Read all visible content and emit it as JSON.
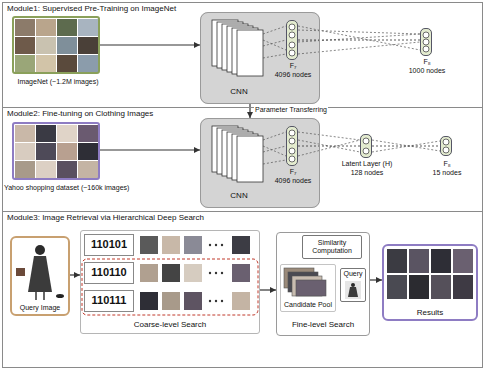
{
  "diagram": {
    "nodes": [
      {
        "text": [
          "Module1: Supervised Pre-Training on ImageNet"
        ]
      },
      {
        "text": [
          "ImageNet (~1.2M images)"
        ],
        "in": 0
      },
      {
        "text": [
          "CNN"
        ],
        "in": 0
      },
      {
        "text": [
          "F₇",
          "4096 nodes"
        ],
        "in": 2
      },
      {
        "text": [
          "F₈",
          "1000 nodes"
        ],
        "in": 0
      },
      {
        "text": [
          "Module2: Fine-tuning on Clothing Images"
        ]
      },
      {
        "text": [
          "Yahoo shopping dataset (~160k images)"
        ],
        "in": 5
      },
      {
        "text": [
          "CNN"
        ],
        "in": 5
      },
      {
        "text": [
          "F₇",
          "4096 nodes"
        ],
        "in": 7
      },
      {
        "text": [
          "Latent Layer (H)",
          "128 nodes"
        ],
        "in": 5
      },
      {
        "text": [
          "F₈",
          "15 nodes"
        ],
        "in": 5
      },
      {
        "text": [
          "Module3: Image Retrieval via Hierarchical Deep Search"
        ]
      },
      {
        "text": [
          "Query Image"
        ],
        "in": 11
      },
      {
        "text": [
          "Coarse-level Search"
        ],
        "in": 11
      },
      {
        "text": [
          "110101"
        ],
        "in": 13
      },
      {
        "text": [
          "110110"
        ],
        "in": 13
      },
      {
        "text": [
          "110111"
        ],
        "in": 13
      },
      {
        "text": [
          "Fine-level Search"
        ],
        "in": 11
      },
      {
        "text": [
          "Similarity Computation"
        ],
        "in": 17
      },
      {
        "text": [
          "Query"
        ],
        "in": 17
      },
      {
        "text": [
          "Candidate Pool"
        ],
        "in": 17
      },
      {
        "text": [
          "Results"
        ],
        "in": 11
      }
    ],
    "edges": [
      {
        "from": 1,
        "to": 2,
        "arrow": "to"
      },
      {
        "from": 3,
        "to": 4,
        "arrow": "none"
      },
      {
        "from": 2,
        "to": 7,
        "arrow": "to",
        "label": "Parameter Transferring"
      },
      {
        "from": 6,
        "to": 7,
        "arrow": "to"
      },
      {
        "from": 8,
        "to": 9,
        "arrow": "none"
      },
      {
        "from": 9,
        "to": 10,
        "arrow": "none"
      },
      {
        "from": 12,
        "to": 13,
        "arrow": "to"
      },
      {
        "from": 13,
        "to": 17,
        "arrow": "to"
      },
      {
        "from": 17,
        "to": 21,
        "arrow": "to"
      }
    ]
  }
}
